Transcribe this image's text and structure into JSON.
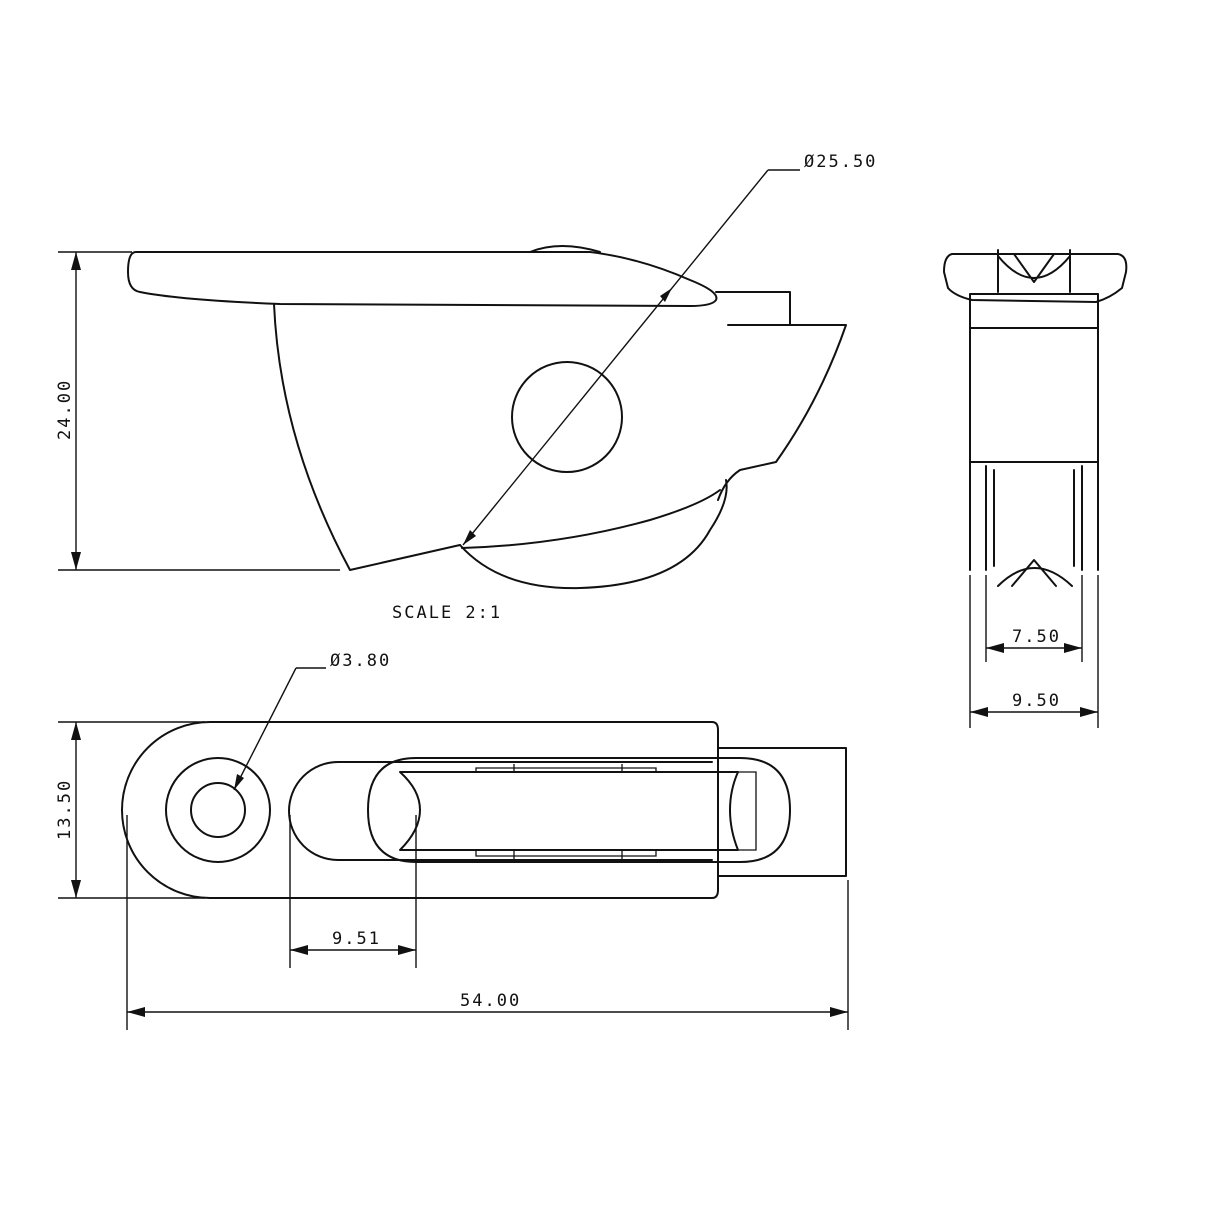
{
  "drawing": {
    "scale_note": "SCALE 2:1",
    "dimensions": {
      "wheel_diameter": "Ø25.50",
      "height": "24.00",
      "hole_diameter": "Ø3.80",
      "width": "13.50",
      "hole_to_wheel": "9.51",
      "overall_length": "54.00",
      "wheel_width": "7.50",
      "body_width": "9.50"
    }
  }
}
